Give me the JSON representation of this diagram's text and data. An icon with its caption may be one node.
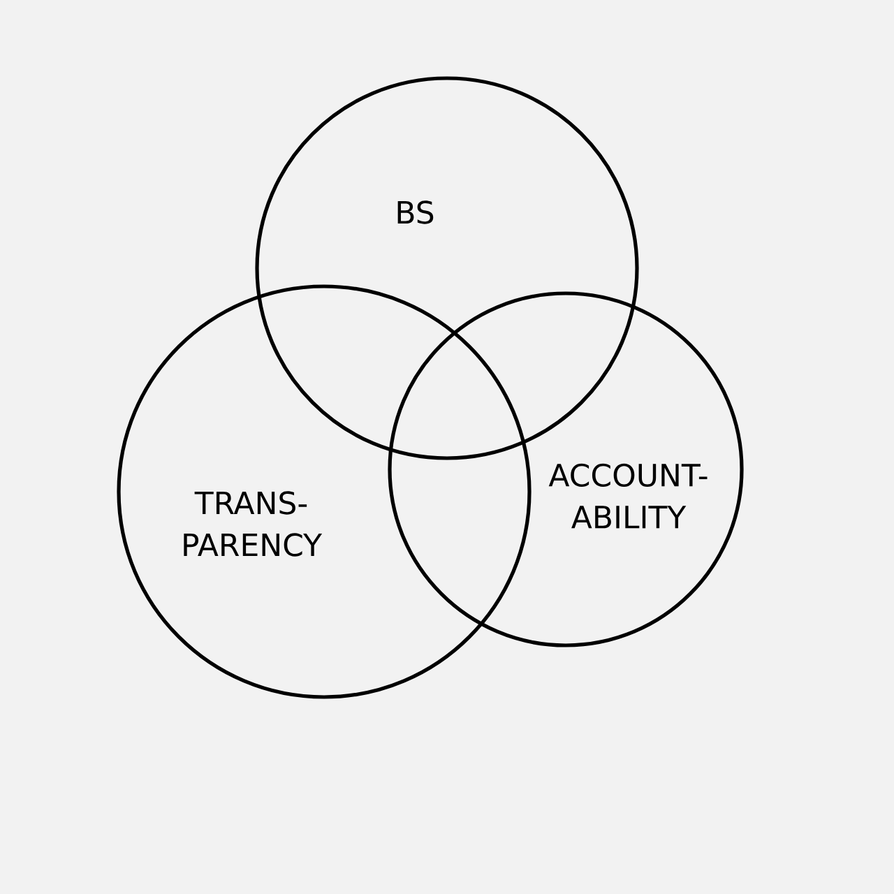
{
  "diagram": {
    "nodes": [
      {
        "text": [
          "BS"
        ]
      },
      {
        "text": [
          "TRANS- PARENCY"
        ]
      },
      {
        "text": [
          "ACCOUNT- ABILITY"
        ]
      }
    ]
  }
}
